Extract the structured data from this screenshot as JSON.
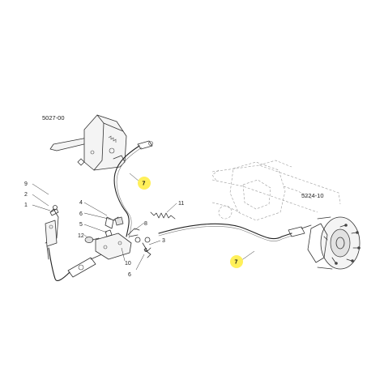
{
  "assemblies": {
    "hand_brake_lever": "5027-00",
    "rear_axle": "5224-10"
  },
  "callouts": [
    "9",
    "2",
    "1",
    "4",
    "6",
    "5",
    "12",
    "10",
    "6",
    "8",
    "11",
    "3",
    "6"
  ],
  "highlighted_callouts": [
    "7",
    "7"
  ],
  "colors": {
    "highlight": "#fff05a",
    "line": "#333333"
  }
}
